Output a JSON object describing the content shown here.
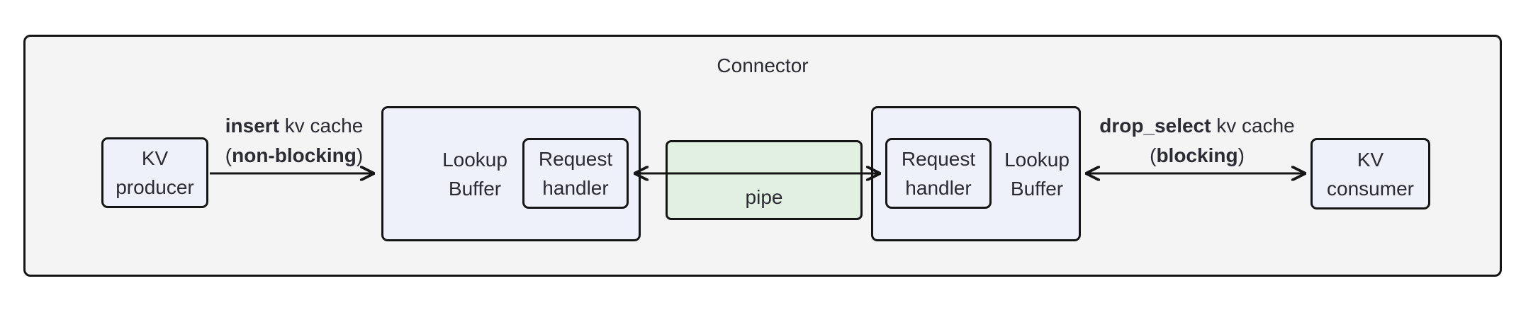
{
  "title": "Connector",
  "colors": {
    "page_background": "#ffffff",
    "container_background": "#f4f4f4",
    "node_background": "#eef1fa",
    "pipe_background": "#e2f0e2",
    "border": "#151515",
    "text": "#2b2b33",
    "arrow": "#151515"
  },
  "nodes": {
    "kv_producer": {
      "line1": "KV",
      "line2": "producer"
    },
    "lookup_buffer_left": {
      "line1": "Lookup",
      "line2": "Buffer"
    },
    "request_handler_left": {
      "line1": "Request",
      "line2": "handler"
    },
    "pipe": {
      "label": "pipe"
    },
    "request_handler_right": {
      "line1": "Request",
      "line2": "handler"
    },
    "lookup_buffer_right": {
      "line1": "Lookup",
      "line2": "Buffer"
    },
    "kv_consumer": {
      "line1": "KV",
      "line2": "consumer"
    }
  },
  "edges": {
    "insert": {
      "verb": "insert",
      "rest": " kv cache",
      "paren_open": "(",
      "mode": "non-blocking",
      "paren_close": ")"
    },
    "drop_select": {
      "verb": "drop_select",
      "rest": " kv cache",
      "paren_open": "(",
      "mode": "blocking",
      "paren_close": ")"
    }
  }
}
